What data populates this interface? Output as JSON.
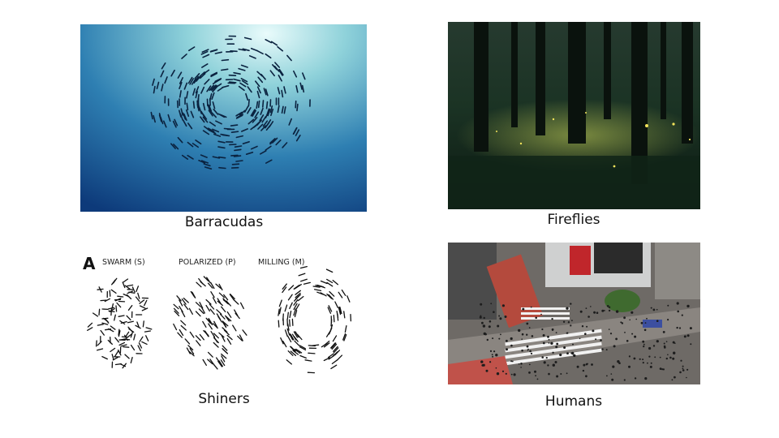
{
  "slide": {
    "panels": [
      {
        "id": "barracudas",
        "caption": "Barracudas"
      },
      {
        "id": "fireflies",
        "caption": "Fireflies"
      },
      {
        "id": "shiners",
        "caption": "Shiners"
      },
      {
        "id": "humans",
        "caption": "Humans"
      }
    ],
    "shiners_figure": {
      "panel_letter": "A",
      "labels": [
        "SWARM (S)",
        "POLARIZED (P)",
        "MILLING (M)"
      ]
    }
  }
}
